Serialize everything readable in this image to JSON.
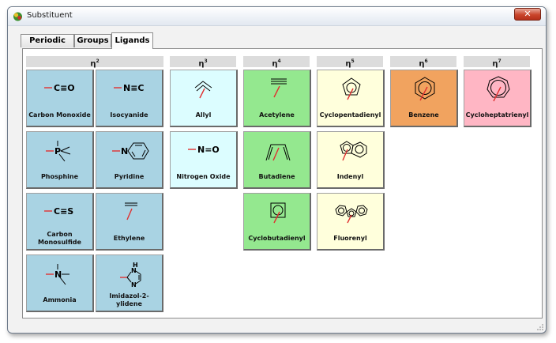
{
  "window": {
    "title": "Substituent",
    "close_glyph": "✕"
  },
  "tabs": [
    {
      "label": "Periodic Table"
    },
    {
      "label": "Groups"
    },
    {
      "label": "Ligands"
    }
  ],
  "columns": [
    {
      "eta": "η",
      "hapticity": "2"
    },
    {
      "eta": "η",
      "hapticity": "3"
    },
    {
      "eta": "η",
      "hapticity": "4"
    },
    {
      "eta": "η",
      "hapticity": "5"
    },
    {
      "eta": "η",
      "hapticity": "6"
    },
    {
      "eta": "η",
      "hapticity": "7"
    }
  ],
  "ligands": {
    "carbon_monoxide": {
      "label": "Carbon Monoxide",
      "formula": "C≡O"
    },
    "isocyanide": {
      "label": "Isocyanide",
      "formula": "N≡C"
    },
    "phosphine": {
      "label": "Phosphine",
      "atom": "P"
    },
    "pyridine": {
      "label": "Pyridine",
      "atom": "N"
    },
    "carbon_monosulfide": {
      "label": "Carbon Monosulfide",
      "formula": "C≡S"
    },
    "ethylene": {
      "label": "Ethylene"
    },
    "ammonia": {
      "label": "Ammonia",
      "atom": "N"
    },
    "imidazol_2_ylidene": {
      "label": "Imidazol-2-ylidene",
      "atom": "N",
      "atom_h": "H"
    },
    "allyl": {
      "label": "Allyl"
    },
    "nitrogen_oxide": {
      "label": "Nitrogen Oxide",
      "formula": "N=O"
    },
    "acetylene": {
      "label": "Acetylene"
    },
    "butadiene": {
      "label": "Butadiene"
    },
    "cyclobutadienyl": {
      "label": "Cyclobutadienyl"
    },
    "cyclopentadienyl": {
      "label": "Cyclopentadienyl"
    },
    "indenyl": {
      "label": "Indenyl"
    },
    "fluorenyl": {
      "label": "Fluorenyl"
    },
    "benzene": {
      "label": "Benzene"
    },
    "cycloheptatrienyl": {
      "label": "Cycloheptatrienyl"
    }
  },
  "colors": {
    "eta2": "#a9d3e3",
    "eta3": "#dcfdff",
    "eta4": "#94e88f",
    "eta5": "#ffffdc",
    "eta6": "#f1a35f",
    "eta7": "#ffb6c4",
    "bond_highlight": "#e03030"
  }
}
